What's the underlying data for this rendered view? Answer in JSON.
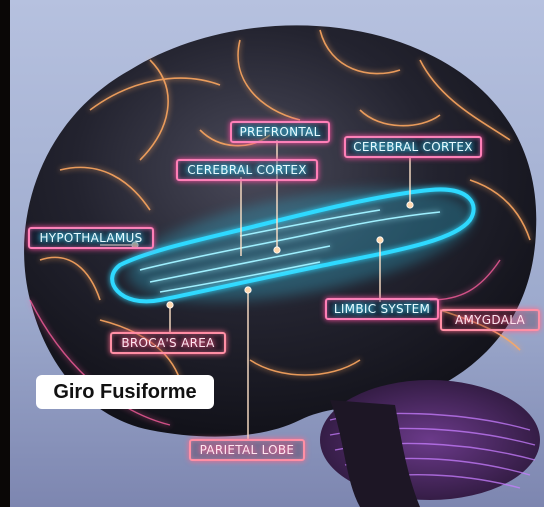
{
  "image": {
    "caption": "Giro Fusiforme",
    "labels": {
      "prefrontal": "PREFRONTAL",
      "cerebral_cortex_upper": "CEREBRAL CORTEX",
      "cerebral_cortex_mid": "CEREBRAL CORTEX",
      "hypothalamus": "HYPOTHALAMUS",
      "limbic_system": "LIMBIC SYSTEM",
      "amygdala": "AMYGDALA",
      "brocas_area": "BROCA'S AREA",
      "parietal_lobe": "PARIETAL LOBE"
    }
  },
  "colors": {
    "background": "#a9b6d6",
    "neon_cyan": "#2fd9ff",
    "neon_pink": "#ff6ba8",
    "neon_orange": "#ffb066",
    "brain_dark": "#1c1c26"
  }
}
